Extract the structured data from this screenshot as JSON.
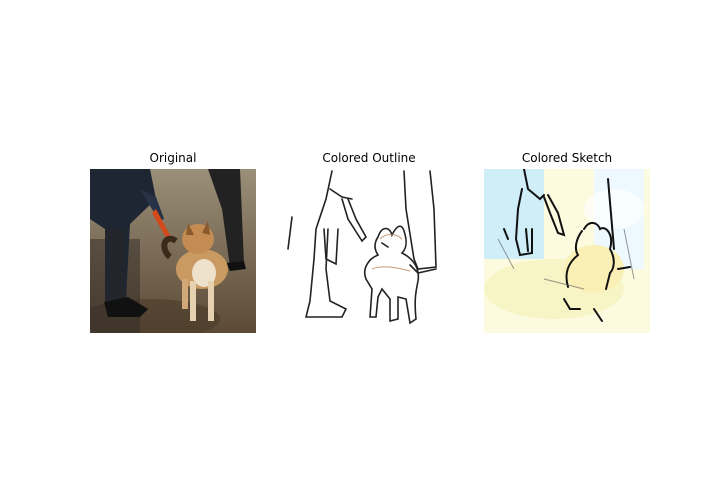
{
  "figure": {
    "panels": [
      {
        "title": "Original",
        "image": "photo-dog-and-handler"
      },
      {
        "title": "Colored Outline",
        "image": "outline-dog-and-handler"
      },
      {
        "title": "Colored Sketch",
        "image": "sketch-dog-and-handler"
      }
    ]
  }
}
